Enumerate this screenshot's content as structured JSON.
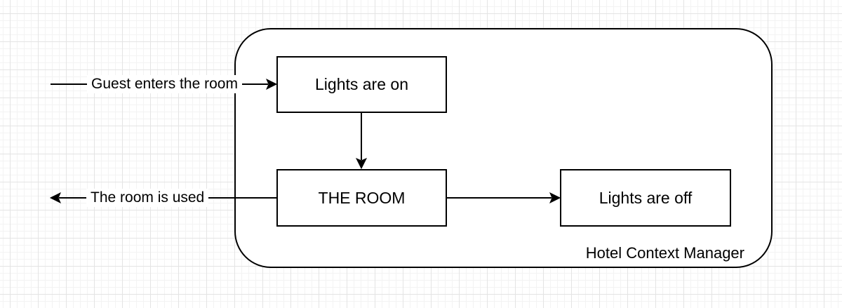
{
  "diagram": {
    "container": {
      "label": "Hotel Context Manager"
    },
    "nodes": {
      "lights_on": "Lights are on",
      "room": "THE ROOM",
      "lights_off": "Lights are off"
    },
    "edges": {
      "guest_enters": "Guest enters the room",
      "room_used": "The room is used"
    },
    "colors": {
      "stroke": "#000000",
      "background": "#ffffff",
      "grid": "#e4e4e4"
    }
  }
}
